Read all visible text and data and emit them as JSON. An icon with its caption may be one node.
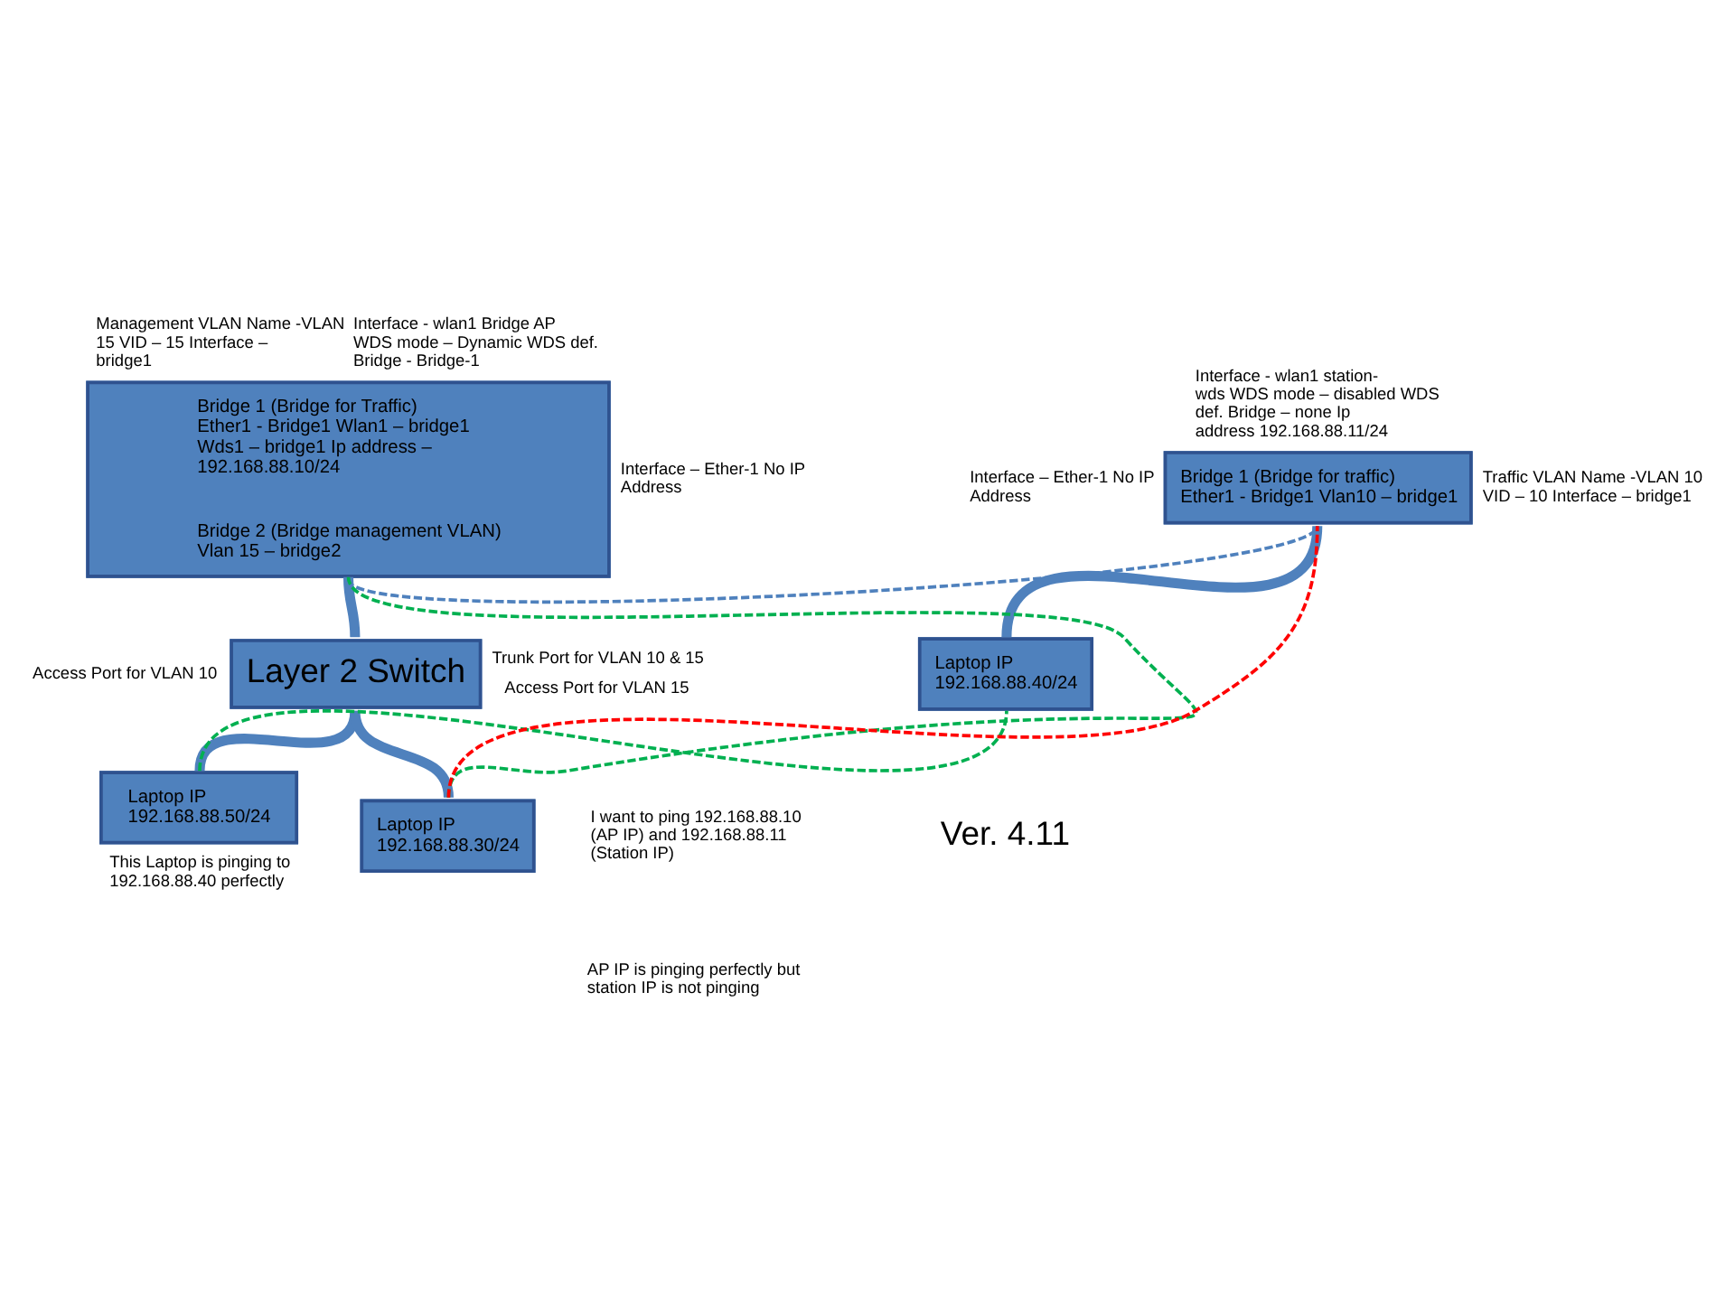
{
  "diagram": {
    "nodes": [
      {
        "text": [
          "Bridge 1 (Bridge for Traffic) Ether1 - Bridge1 Wlan1 – bridge1 Wds1 – bridge1 Ip address – 192.168.88.10/24",
          "Bridge 2 (Bridge management VLAN) Vlan 15 – bridge2"
        ],
        "beside": [
          "Management VLAN Name -VLAN 15 VID – 15 Interface – bridge1",
          "Interface - wlan1 Bridge AP WDS mode – Dynamic WDS def. Bridge - Bridge-1",
          "Interface – Ether-1 No IP Address"
        ]
      },
      {
        "text": [
          "Bridge 1 (Bridge for traffic) Ether1 - Bridge1 Vlan10 – bridge1"
        ],
        "beside": [
          "Interface - wlan1 station-wds WDS mode – disabled WDS def. Bridge – none Ip address 192.168.88.11/24",
          "Traffic VLAN Name -VLAN 10 VID – 10 Interface – bridge1",
          "Interface – Ether-1 No IP Address"
        ]
      },
      {
        "text": [
          "Layer 2 Switch"
        ],
        "beside": [
          "Trunk Port for VLAN 10 & 15",
          "Access Port for VLAN 10",
          "Access Port for VLAN 15"
        ]
      },
      {
        "text": [
          "Laptop IP 192.168.88.50/24"
        ],
        "beside": [
          "This Laptop is pinging to 192.168.88.40 perfectly"
        ]
      },
      {
        "text": [
          "Laptop IP 192.168.88.30/24"
        ]
      },
      {
        "text": [
          "Laptop IP 192.168.88.40/24"
        ]
      }
    ],
    "edges": [
      {
        "from": 0,
        "to": 1,
        "arrow": "none",
        "style": "dashed"
      },
      {
        "from": 0,
        "to": 2,
        "arrow": "none",
        "style": "thick"
      },
      {
        "from": 1,
        "to": 5,
        "arrow": "none",
        "style": "thick"
      },
      {
        "from": 2,
        "to": 3,
        "arrow": "none",
        "style": "thick"
      },
      {
        "from": 2,
        "to": 4,
        "arrow": "none",
        "style": "thick"
      },
      {
        "from": 4,
        "to": 0,
        "arrow": "none",
        "style": "dashed",
        "color": "#00b050"
      },
      {
        "from": 3,
        "to": 5,
        "arrow": "none",
        "style": "dashed",
        "color": "#00b050"
      },
      {
        "from": 4,
        "to": 1,
        "arrow": "none",
        "style": "dashed",
        "color": "#ff0000"
      }
    ],
    "labels": [
      "I want to ping 192.168.88.10 (AP IP) and 192.168.88.11 (Station IP)",
      "AP IP is pinging perfectly but station IP is not pinging",
      "Ver. 4.11"
    ]
  }
}
